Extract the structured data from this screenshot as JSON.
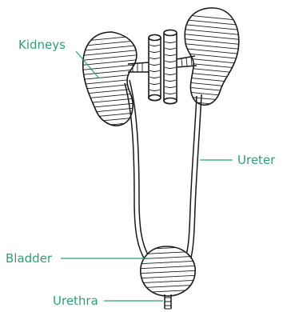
{
  "labels": {
    "kidneys": "Kidneys",
    "ureter": "Ureter",
    "bladder": "Bladder",
    "urethra": "Urethra"
  },
  "colors": {
    "label": "#2f9e78",
    "line_art": "#1a1a1a",
    "background": "#ffffff"
  }
}
